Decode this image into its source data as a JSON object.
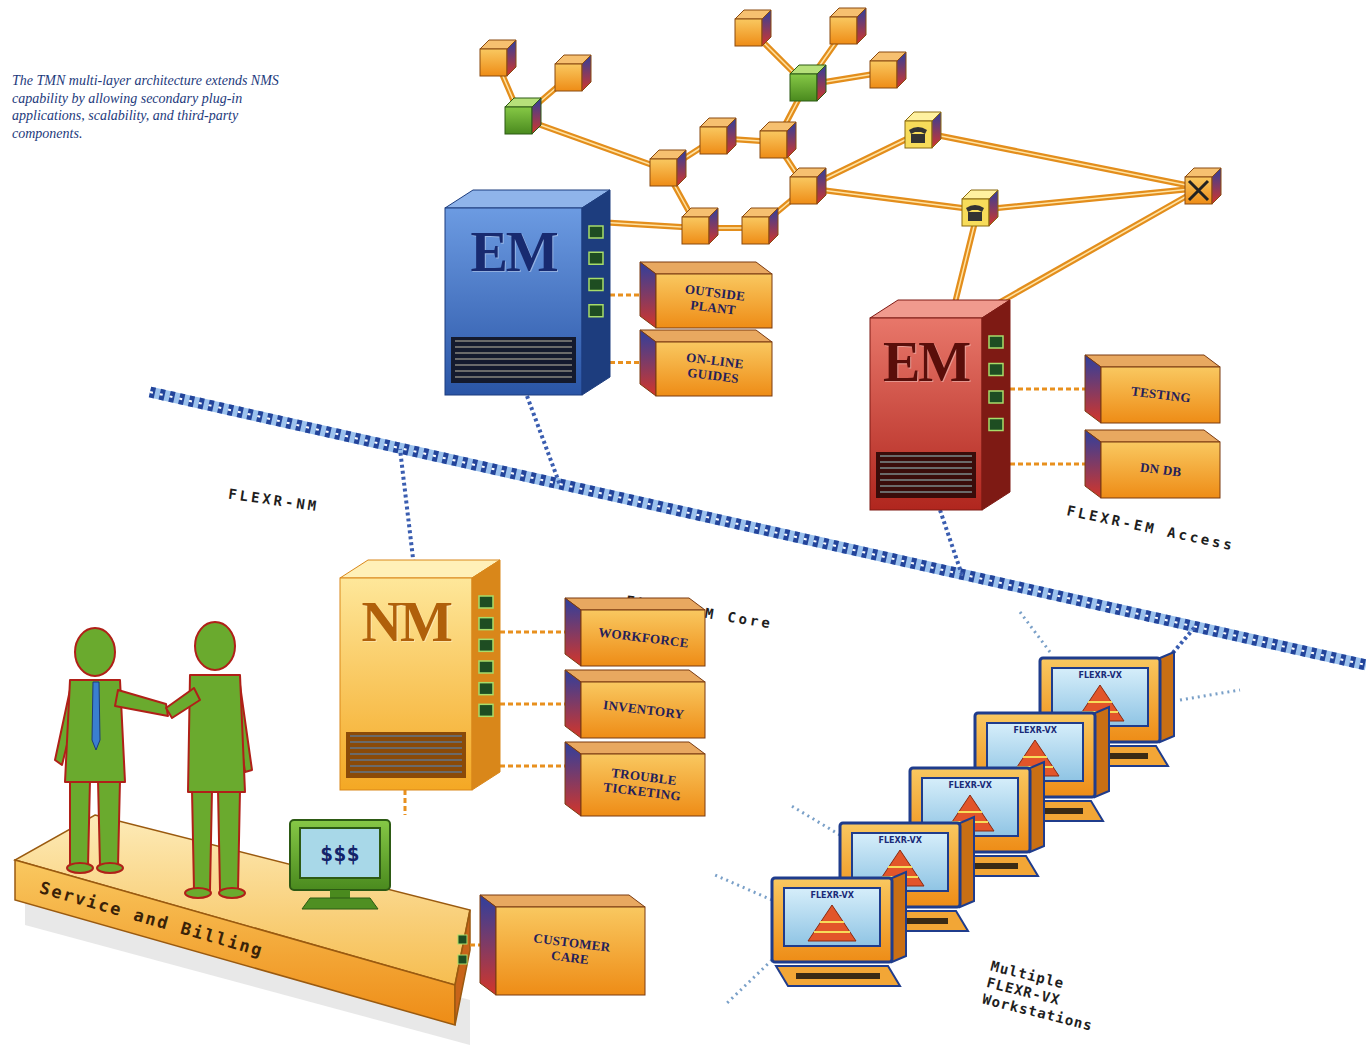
{
  "diagram": {
    "caption": "The TMN multi-layer architecture extends NMS capability by allowing secondary plug-in applications, scalability, and third-party components.",
    "nodes": [
      {
        "text": [
          "EM",
          "FLEXR-EM Core"
        ]
      },
      {
        "text": [
          "OUTSIDE PLANT"
        ]
      },
      {
        "text": [
          "ON-LINE GUIDES"
        ]
      },
      {
        "text": [
          "EM",
          "FLEXR-EM Access"
        ]
      },
      {
        "text": [
          "TESTING"
        ]
      },
      {
        "text": [
          "DN DB"
        ]
      },
      {
        "text": [
          "NM",
          "FLEXR-NM"
        ]
      },
      {
        "text": [
          "WORKFORCE"
        ]
      },
      {
        "text": [
          "INVENTORY"
        ]
      },
      {
        "text": [
          "TROUBLE TICKETING"
        ]
      },
      {
        "text": [
          "Service and Billing"
        ]
      },
      {
        "text": [
          "$$$"
        ],
        "in": 10
      },
      {
        "text": [
          "CUSTOMER CARE"
        ]
      },
      {
        "text": [
          "FLEXR-VX"
        ]
      },
      {
        "text": [
          "FLEXR-VX"
        ]
      },
      {
        "text": [
          "FLEXR-VX"
        ]
      },
      {
        "text": [
          "FLEXR-VX"
        ]
      },
      {
        "text": [
          "FLEXR-VX"
        ]
      }
    ],
    "edges": [
      {
        "from": 0,
        "to": 1,
        "arrow": "none"
      },
      {
        "from": 0,
        "to": 2,
        "arrow": "none"
      },
      {
        "from": 3,
        "to": 4,
        "arrow": "none"
      },
      {
        "from": 3,
        "to": 5,
        "arrow": "none"
      },
      {
        "from": 6,
        "to": 7,
        "arrow": "none"
      },
      {
        "from": 6,
        "to": 8,
        "arrow": "none"
      },
      {
        "from": 6,
        "to": 9,
        "arrow": "none"
      },
      {
        "from": 6,
        "to": 10,
        "arrow": "none"
      },
      {
        "from": 10,
        "to": 12,
        "arrow": "none"
      }
    ],
    "labels": [
      "Multiple FLEXR-VX Workstations"
    ]
  }
}
